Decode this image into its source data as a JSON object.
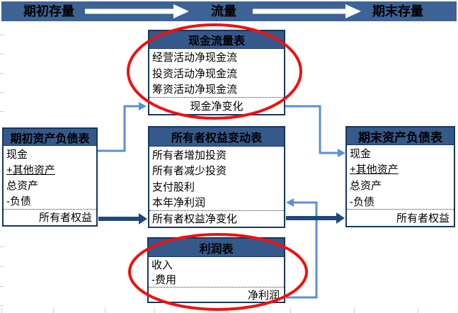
{
  "banner": {
    "begin": "期初存量",
    "flow": "流量",
    "end": "期末存量"
  },
  "boxes": {
    "cashflow": {
      "title": "现金流量表",
      "rows": [
        "经营活动净现金流",
        "投资活动净现金流",
        "筹资活动净现金流"
      ],
      "total": "现金净变化"
    },
    "equity": {
      "title": "所有者权益变动表",
      "rows": [
        "所有者增加投资",
        "所有者减少投资",
        "支付股利",
        "本年净利润"
      ],
      "total": "所有者权益净变化"
    },
    "income": {
      "title": "利润表",
      "rows": [
        "收入",
        "-费用"
      ],
      "total": "净利润"
    },
    "begin_bs": {
      "title": "期初资产负债表",
      "rows": [
        "现金",
        "+其他资产",
        "总资产",
        "-负债"
      ],
      "total": "所有者权益"
    },
    "end_bs": {
      "title": "期末资产负债表",
      "rows": [
        "现金",
        "+其他资产",
        "总资产",
        "-负债"
      ],
      "total": "所有者权益"
    }
  },
  "colors": {
    "banner_bg": "#3D6394",
    "header_bg": "#36598C",
    "box_border": "#17375E",
    "connector": "#5B8FD4",
    "thick_arrow": "#1F497D",
    "highlight_red": "#EE1111",
    "banner_arrow": "#FFFFFF"
  }
}
